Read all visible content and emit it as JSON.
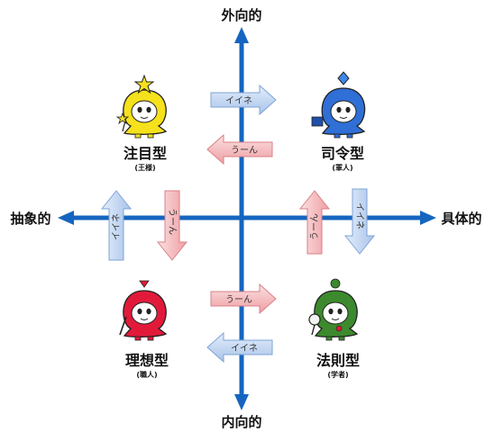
{
  "axes": {
    "top": "外向的",
    "bottom": "内向的",
    "left": "抽象的",
    "right": "具体的"
  },
  "quadrants": [
    {
      "id": "top-left",
      "name": "注目型",
      "sub": "(王様)"
    },
    {
      "id": "top-right",
      "name": "司令型",
      "sub": "(軍人)"
    },
    {
      "id": "bottom-left",
      "name": "理想型",
      "sub": "(職人)"
    },
    {
      "id": "bottom-right",
      "name": "法則型",
      "sub": "(学者)"
    }
  ],
  "arrows": {
    "top_right": "イイネ",
    "top_left": "うーん",
    "left_up": "イイネ",
    "left_down": "うーん",
    "right_up": "うーん",
    "right_down": "イイネ",
    "bottom_right": "うーん",
    "bottom_left": "イイネ"
  },
  "colors": {
    "axis": "#1565c0",
    "good_arrow": "#bcd3f0",
    "bad_arrow": "#f3b7b9",
    "yellow": "#f5e11c",
    "blue": "#2f6fd6",
    "red": "#e21a3a",
    "green": "#3c8a2d"
  }
}
